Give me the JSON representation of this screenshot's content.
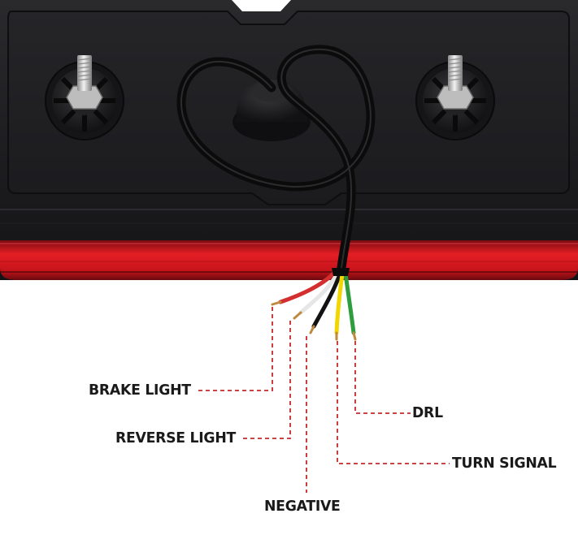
{
  "labels": {
    "brake_light": "BRAKE LIGHT",
    "reverse_light": "REVERSE LIGHT",
    "negative": "NEGATIVE",
    "drl": "DRL",
    "turn_signal": "TURN SIGNAL"
  },
  "colors": {
    "leader_line": "#c62828",
    "housing": "#1a1a1c",
    "lens": "#e51e25",
    "wire_red": "#d32f2f",
    "wire_white": "#e6e6e6",
    "wire_black": "#121212",
    "wire_yellow": "#f2d600",
    "wire_green": "#2e9d3d"
  }
}
